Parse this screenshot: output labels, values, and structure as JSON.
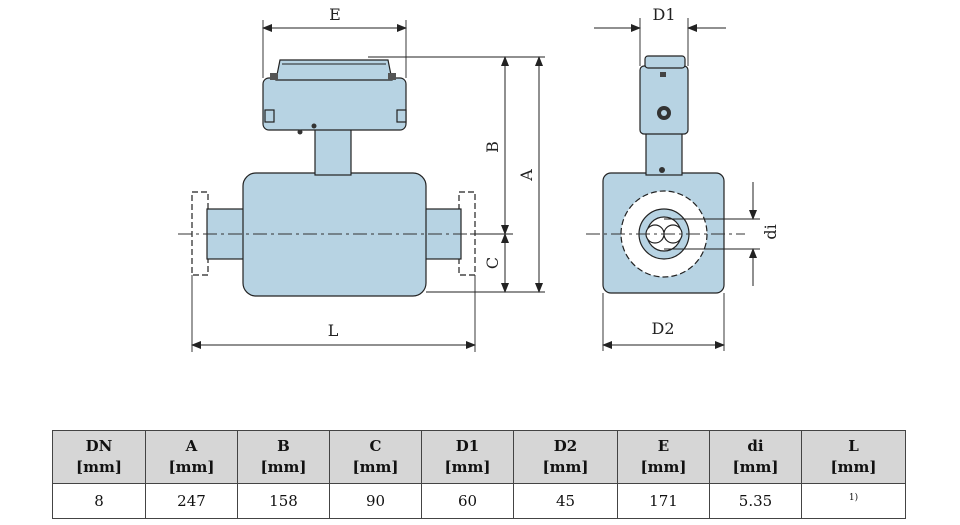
{
  "drawing": {
    "labels": {
      "E": "E",
      "B": "B",
      "A": "A",
      "C": "C",
      "L": "L",
      "D1": "D1",
      "D2": "D2",
      "di": "di"
    },
    "colors": {
      "body_fill": "#b7d3e3",
      "line": "#222222",
      "header_fill": "#d6d6d6"
    }
  },
  "table": {
    "headers": [
      {
        "name": "DN",
        "unit": "[mm]"
      },
      {
        "name": "A",
        "unit": "[mm]"
      },
      {
        "name": "B",
        "unit": "[mm]"
      },
      {
        "name": "C",
        "unit": "[mm]"
      },
      {
        "name": "D1",
        "unit": "[mm]"
      },
      {
        "name": "D2",
        "unit": "[mm]"
      },
      {
        "name": "E",
        "unit": "[mm]"
      },
      {
        "name": "di",
        "unit": "[mm]"
      },
      {
        "name": "L",
        "unit": "[mm]"
      }
    ],
    "row": [
      "8",
      "247",
      "158",
      "90",
      "60",
      "45",
      "171",
      "5.35",
      "1)"
    ]
  }
}
